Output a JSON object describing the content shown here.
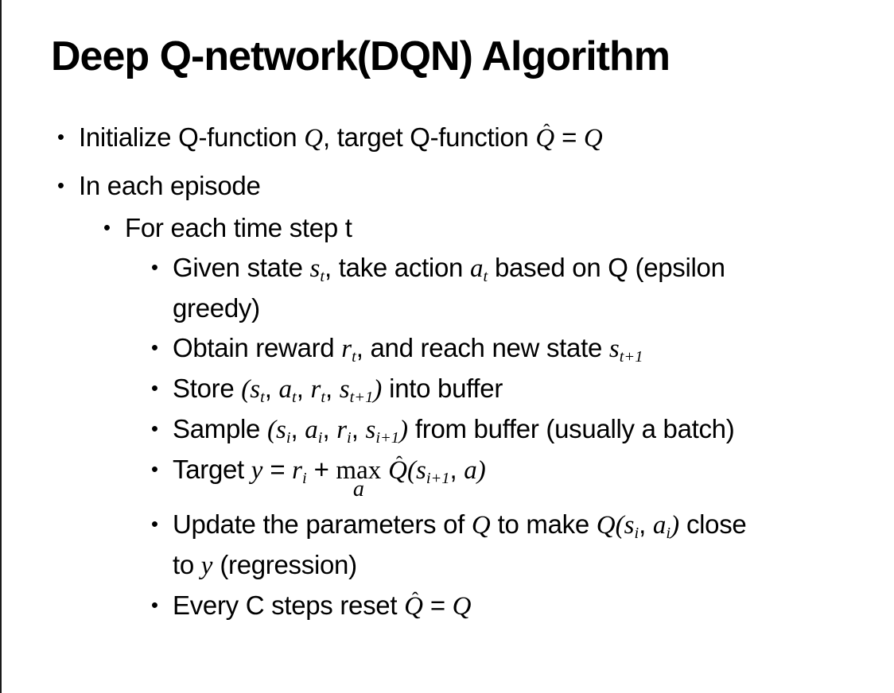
{
  "slide": {
    "title": "Deep Q-network(DQN) Algorithm",
    "bullet_char": "•",
    "colors": {
      "background": "#ffffff",
      "text": "#000000",
      "edge_line": "#1a1a1a"
    },
    "bullets": [
      {
        "level": 1,
        "segments": [
          {
            "t": "Initialize Q-function "
          },
          {
            "m": "Q"
          },
          {
            "t": ", target Q-function "
          },
          {
            "m": "Q",
            "hat": true
          },
          {
            "t": " = "
          },
          {
            "m": "Q"
          }
        ]
      },
      {
        "level": 1,
        "segments": [
          {
            "t": "In each episode"
          }
        ]
      },
      {
        "level": 2,
        "segments": [
          {
            "t": "For each time step t"
          }
        ]
      },
      {
        "level": 3,
        "segments": [
          {
            "t": "Given state "
          },
          {
            "m": "s",
            "sub": "t"
          },
          {
            "t": ", take action "
          },
          {
            "m": "a",
            "sub": "t"
          },
          {
            "t": " based on Q (epsilon"
          },
          {
            "br": true
          },
          {
            "t": "greedy)"
          }
        ]
      },
      {
        "level": 3,
        "segments": [
          {
            "t": "Obtain reward "
          },
          {
            "m": "r",
            "sub": "t"
          },
          {
            "t": ", and reach new state "
          },
          {
            "m": "s",
            "sub": "t+1"
          }
        ]
      },
      {
        "level": 3,
        "segments": [
          {
            "t": "Store "
          },
          {
            "m": "("
          },
          {
            "m": "s",
            "sub": "t"
          },
          {
            "t": ", "
          },
          {
            "m": "a",
            "sub": "t"
          },
          {
            "t": ", "
          },
          {
            "m": "r",
            "sub": "t"
          },
          {
            "t": ", "
          },
          {
            "m": "s",
            "sub": "t+1"
          },
          {
            "m": ")"
          },
          {
            "t": " into buffer"
          }
        ]
      },
      {
        "level": 3,
        "segments": [
          {
            "t": "Sample "
          },
          {
            "m": "("
          },
          {
            "m": "s",
            "sub": "i"
          },
          {
            "t": ", "
          },
          {
            "m": "a",
            "sub": "i"
          },
          {
            "t": ", "
          },
          {
            "m": "r",
            "sub": "i"
          },
          {
            "t": ", "
          },
          {
            "m": "s",
            "sub": "i+1"
          },
          {
            "m": ")"
          },
          {
            "t": " from buffer (usually a batch)"
          }
        ]
      },
      {
        "level": 3,
        "segments": [
          {
            "t": "Target "
          },
          {
            "m": "y"
          },
          {
            "t": " = "
          },
          {
            "m": "r",
            "sub": "i"
          },
          {
            "t": " + "
          },
          {
            "stack": {
              "top": "max",
              "under": "a"
            }
          },
          {
            "t": " "
          },
          {
            "m": "Q",
            "hat": true
          },
          {
            "m": "("
          },
          {
            "m": "s",
            "sub": "i+1"
          },
          {
            "t": ", "
          },
          {
            "m": "a"
          },
          {
            "m": ")"
          }
        ]
      },
      {
        "level": 3,
        "segments": [
          {
            "t": "Update the parameters of "
          },
          {
            "m": "Q"
          },
          {
            "t": " to make "
          },
          {
            "m": "Q"
          },
          {
            "m": "("
          },
          {
            "m": "s",
            "sub": "i"
          },
          {
            "t": ", "
          },
          {
            "m": "a",
            "sub": "i"
          },
          {
            "m": ")"
          },
          {
            "t": " close"
          },
          {
            "br": true
          },
          {
            "t": "to "
          },
          {
            "m": "y"
          },
          {
            "t": " (regression)"
          }
        ]
      },
      {
        "level": 3,
        "segments": [
          {
            "t": "Every C steps reset "
          },
          {
            "m": "Q",
            "hat": true
          },
          {
            "t": " = "
          },
          {
            "m": "Q"
          }
        ]
      }
    ]
  }
}
